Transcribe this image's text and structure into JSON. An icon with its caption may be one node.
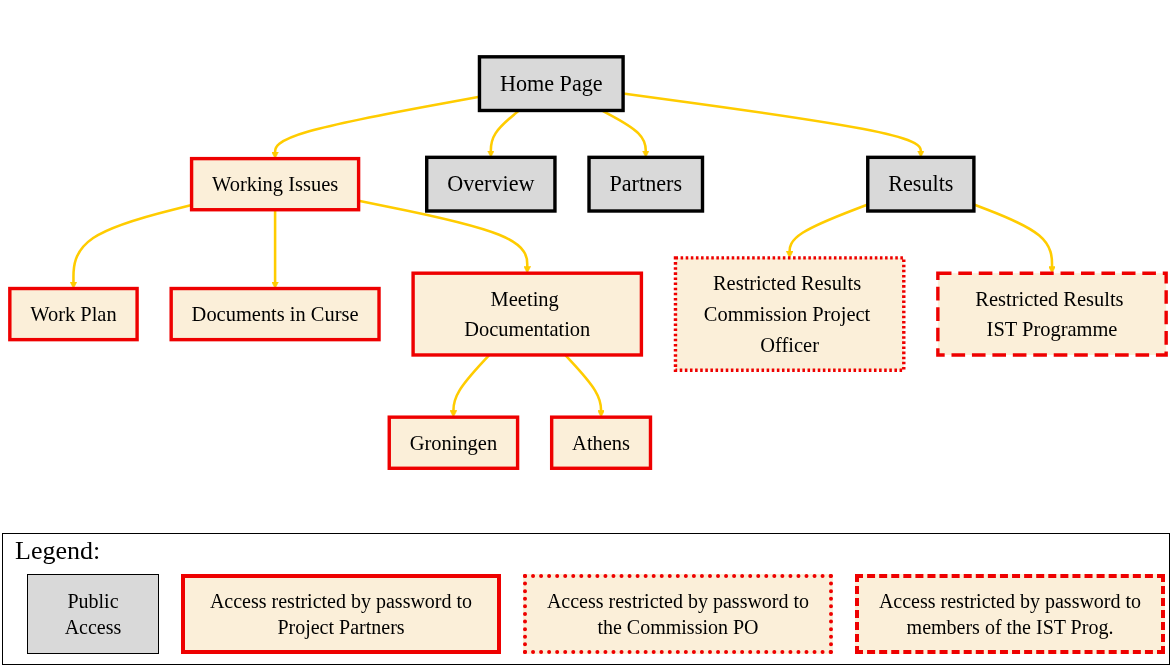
{
  "diagram": {
    "nodes": [
      {
        "text": [
          "Home Page"
        ]
      },
      {
        "text": [
          "Working Issues"
        ]
      },
      {
        "text": [
          "Overview"
        ]
      },
      {
        "text": [
          "Partners"
        ]
      },
      {
        "text": [
          "Results"
        ]
      },
      {
        "text": [
          "Work Plan"
        ]
      },
      {
        "text": [
          "Documents in Curse"
        ]
      },
      {
        "text": [
          "Meeting Documentation"
        ]
      },
      {
        "text": [
          "Groningen"
        ]
      },
      {
        "text": [
          "Athens"
        ]
      },
      {
        "text": [
          "Restricted Results Commission Project Officer"
        ]
      },
      {
        "text": [
          "Restricted Results IST Programme"
        ]
      }
    ],
    "edges": [
      {
        "from": 0,
        "to": 1,
        "arrow": "to"
      },
      {
        "from": 0,
        "to": 2,
        "arrow": "to"
      },
      {
        "from": 0,
        "to": 3,
        "arrow": "to"
      },
      {
        "from": 0,
        "to": 4,
        "arrow": "to"
      },
      {
        "from": 1,
        "to": 5,
        "arrow": "to"
      },
      {
        "from": 1,
        "to": 6,
        "arrow": "to"
      },
      {
        "from": 1,
        "to": 7,
        "arrow": "to"
      },
      {
        "from": 7,
        "to": 8,
        "arrow": "to"
      },
      {
        "from": 7,
        "to": 9,
        "arrow": "to"
      },
      {
        "from": 4,
        "to": 10,
        "arrow": "to"
      },
      {
        "from": 4,
        "to": 11,
        "arrow": "to"
      }
    ],
    "labels": [
      "Legend:"
    ],
    "legend": [
      {
        "text": "Public Access",
        "color": "#d9d9d9"
      },
      {
        "text": "Access restricted by password to Project Partners"
      },
      {
        "text": "Access restricted by password to the Commission PO"
      },
      {
        "text": "Access restricted by password to members of the IST Prog."
      }
    ]
  }
}
